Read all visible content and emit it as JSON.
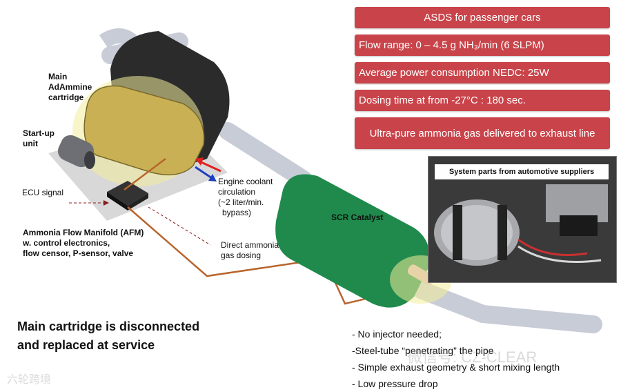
{
  "labels": {
    "main_cartridge": [
      "Main",
      "AdAmmine",
      "cartridge"
    ],
    "startup_unit": [
      "Start-up",
      "unit"
    ],
    "ecu_signal": "ECU signal",
    "afm": [
      "Ammonia Flow Manifold (AFM)",
      "w. control electronics,",
      "flow censor, P-sensor, valve"
    ],
    "engine_coolant": [
      "Engine coolant",
      "circulation",
      "(~2 liter/min.",
      "bypass)"
    ],
    "direct_ammonia": [
      "Direct ammonia",
      "gas dosing"
    ],
    "scr_catalyst": "SCR Catalyst"
  },
  "callouts": [
    "ASDS for passenger cars",
    "Flow range: 0 – 4.5 g NH₃/min (6 SLPM)",
    "Average power consumption NEDC: 25W",
    "Dosing time at from -27°C : 180 sec.",
    "Ultra-pure ammonia gas delivered to exhaust line"
  ],
  "photo_title": "System parts from automotive suppliers",
  "bottom_note": [
    "Main cartridge is disconnected",
    "and replaced at service"
  ],
  "bullets": [
    "- No injector needed;",
    "-Steel-tube “penetrating” the pipe",
    "- Simple exhaust geometry & short mixing length",
    "- Low pressure drop"
  ],
  "watermarks": {
    "right": "微信号: CZ-CLEAR",
    "left": "六轮跨境"
  },
  "colors": {
    "callout_bg": "#c9444a",
    "scr_green": "#1f8a4c",
    "muffler_dark": "#2b2b2b",
    "cartridge_gold": "#c9b055",
    "pipe_copper": "#b8642c",
    "arrow_red": "#e02020",
    "arrow_blue": "#2040c0"
  }
}
